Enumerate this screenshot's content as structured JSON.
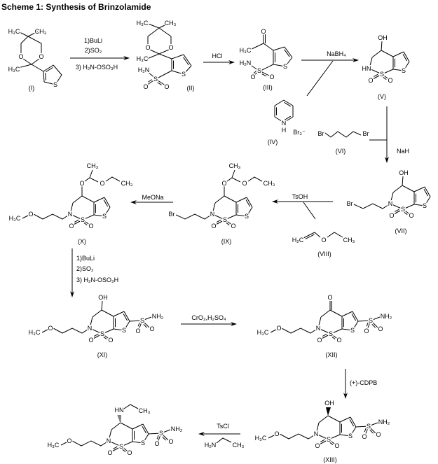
{
  "title": "Scheme 1: Synthesis of Brinzolamide",
  "compound_labels": [
    "(I)",
    "(II)",
    "(III)",
    "(IV)",
    "(V)",
    "(VI)",
    "(VII)",
    "(VIII)",
    "(IX)",
    "(X)",
    "(XI)",
    "(XII)",
    "(XIII)"
  ],
  "reagents": {
    "step1": [
      "1)BuLi",
      "2)SO₂",
      "3) H₂N-OSO₃H"
    ],
    "step2": "HCl",
    "step3": "NaBH₄",
    "step4": "NaH",
    "step5": "TsOH",
    "step6": "MeONa",
    "step7": [
      "1)BuLi",
      "2)SO₂",
      "3) H₂N-OSO₃H"
    ],
    "step8": "CrO₃,H₂SO₄",
    "step9": "(+)-CDPB",
    "step10": "TsCl"
  },
  "atoms": {
    "O": "O",
    "S": "S",
    "N": "N",
    "HN": "HN",
    "OH": "OH",
    "H": "H",
    "H3C": "H₃C",
    "CH3": "CH₃",
    "H2N": "H₂N",
    "NH2": "NH₂",
    "H2C": "H₂C",
    "Br": "Br",
    "Br3": "Br₃⁻"
  }
}
